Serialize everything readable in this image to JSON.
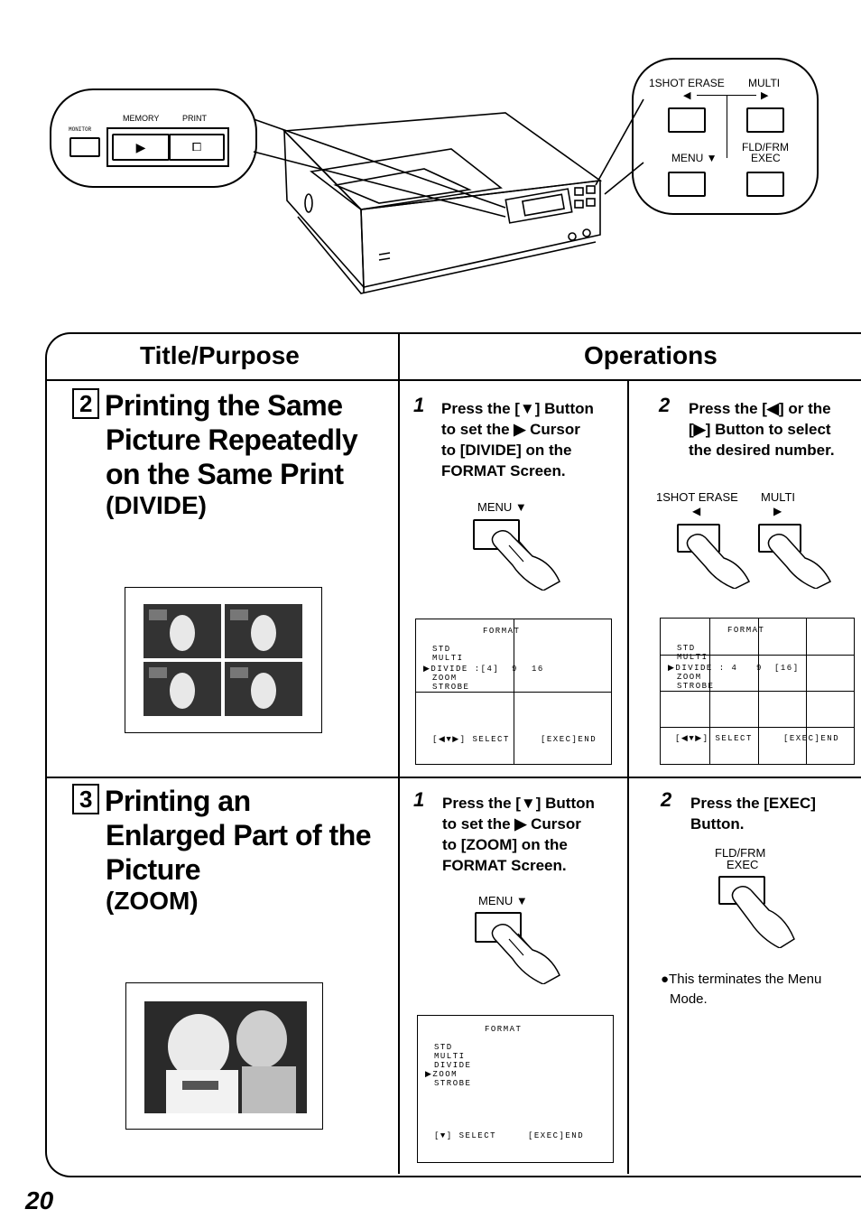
{
  "top_diagram": {
    "left_callout": {
      "monitor_label": "MONITOR",
      "memory_label": "MEMORY",
      "print_label": "PRINT",
      "play_glyph": "▶",
      "print_glyph": "⧠"
    },
    "right_callout": {
      "erase_label": "1SHOT ERASE",
      "multi_label": "MULTI",
      "left_arrow": "◀",
      "right_arrow": "▶",
      "menu_label": "MENU ▼",
      "fld_label": "FLD/FRM",
      "exec_label": "EXEC"
    }
  },
  "table": {
    "col1_header": "Title/Purpose",
    "col2_header": "Operations",
    "rows": [
      {
        "number": "2",
        "title_lines": [
          "Printing the Same",
          "Picture Repeatedly",
          "on the Same Print"
        ],
        "subtitle": "(DIVIDE)",
        "step1": {
          "num": "1",
          "text_lines": [
            "Press the [▼] Button",
            "to set the ▶ Cursor",
            "to [DIVIDE] on the",
            "FORMAT Screen."
          ],
          "button_label": "MENU ▼",
          "screen": {
            "title": "FORMAT",
            "items": [
              "STD",
              "MULTI",
              "▶DIVIDE :[4]",
              "ZOOM",
              "STROBE"
            ],
            "col_values": [
              "9",
              "16"
            ],
            "footer_left": "[◀▼▶] SELECT",
            "footer_right": "[EXEC]END"
          }
        },
        "step2": {
          "num": "2",
          "text_lines": [
            "Press the [◀] or the",
            "[▶] Button to select",
            "the desired number."
          ],
          "erase_label": "1SHOT ERASE",
          "multi_label": "MULTI",
          "left_arrow": "◀",
          "right_arrow": "▶",
          "screen": {
            "title": "FORMAT",
            "items": [
              "STD",
              "MULTI",
              "▶DIVIDE : 4",
              "ZOOM",
              "STROBE"
            ],
            "col_values": [
              "9",
              "[16]"
            ],
            "footer_left": "[◀▼▶] SELECT",
            "footer_right": "[EXEC]END"
          }
        }
      },
      {
        "number": "3",
        "title_lines": [
          "Printing an",
          "Enlarged Part of the",
          "Picture"
        ],
        "subtitle": "(ZOOM)",
        "step1": {
          "num": "1",
          "text_lines": [
            "Press the [▼] Button",
            "to set the ▶ Cursor",
            "to [ZOOM] on the",
            "FORMAT Screen."
          ],
          "button_label": "MENU ▼",
          "screen": {
            "title": "FORMAT",
            "items": [
              "STD",
              "MULTI",
              "DIVIDE",
              "▶ZOOM",
              "STROBE"
            ],
            "footer_left": "[▼] SELECT",
            "footer_right": "[EXEC]END"
          }
        },
        "step2": {
          "num": "2",
          "text_lines": [
            "Press the [EXEC]",
            "Button."
          ],
          "fld_label": "FLD/FRM",
          "exec_label": "EXEC",
          "note_lines": [
            "●This terminates the Menu",
            "Mode."
          ]
        }
      }
    ]
  },
  "page_number": "20"
}
